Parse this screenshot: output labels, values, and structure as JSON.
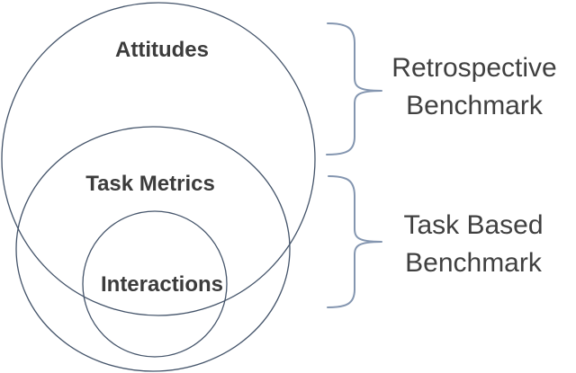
{
  "diagram": {
    "title": "Nested circles benchmark diagram",
    "colors": {
      "background": "#ffffff",
      "circle_stroke": "#44546a",
      "brace_stroke": "#8496b0",
      "circle_label": "#3c3c3c",
      "side_label": "#404040"
    },
    "circles": [
      {
        "label": "Attitudes"
      },
      {
        "label": "Task Metrics"
      },
      {
        "label": "Interactions"
      }
    ],
    "braces": [
      {
        "line1": "Retrospective",
        "line2": "Benchmark"
      },
      {
        "line1": "Task Based",
        "line2": "Benchmark"
      }
    ]
  }
}
